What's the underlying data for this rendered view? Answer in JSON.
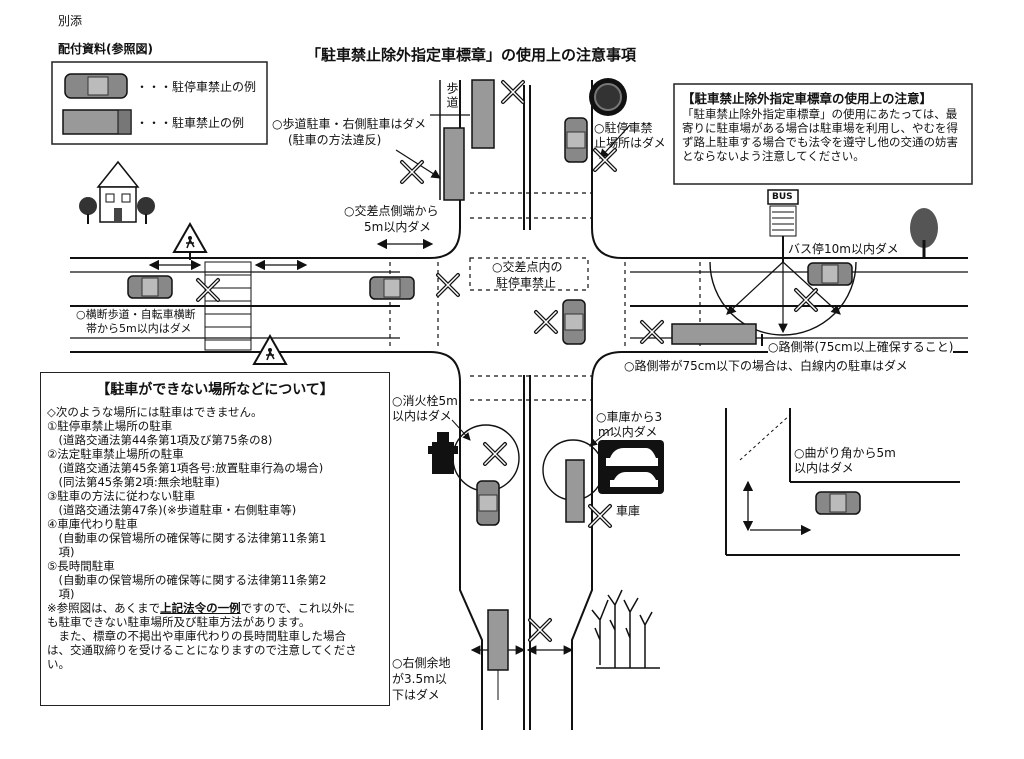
{
  "header": {
    "attachment": "別添",
    "handout": "配付資料(参照図)",
    "title": "「駐車禁止除外指定車標章」の使用上の注意事項"
  },
  "legend": {
    "no_stopping_parking": "・・・駐停車禁止の例",
    "no_parking": "・・・駐車禁止の例"
  },
  "notice": {
    "title": "【駐車禁止除外指定車標章の使用上の注意】",
    "body": "「駐車禁止除外指定車標章」の使用にあたっては、最寄りに駐車場がある場合は駐車場を利用し、やむを得ず路上駐車する場合でも法令を遵守し他の交通の妨害とならないよう注意してください。"
  },
  "labels": {
    "sidewalk": "歩道",
    "sidewalk_parking_line1": "○歩道駐車・右側駐車はダメ",
    "sidewalk_parking_line2": "(駐車の方法違反)",
    "no_stop_zone_line1": "○駐停車禁",
    "no_stop_zone_line2": "止場所はダメ",
    "intersection_edge_line1": "○交差点側端から",
    "intersection_edge_line2": "5m以内ダメ",
    "bus_stop_sign": "BUS",
    "bus_stop": "バス停10m以内ダメ",
    "in_intersection_line1": "○交差点内の",
    "in_intersection_line2": "駐停車禁止",
    "crosswalk_line1": "○横断歩道・自転車横断",
    "crosswalk_line2": "帯から5m以内はダメ",
    "shoulder": "○路側帯(75cm以上確保すること)",
    "shoulder_rule": "○路側帯が75cm以下の場合は、白線内の駐車はダメ",
    "hydrant_line1": "○消火栓5m",
    "hydrant_line2": "以内はダメ",
    "garage_line1": "○車庫から3",
    "garage_line2": "m以内ダメ",
    "garage": "車庫",
    "corner_line1": "○曲がり角から5m",
    "corner_line2": "以内はダメ",
    "right_side_line1": "○右側余地",
    "right_side_line2": "が3.5m以",
    "right_side_line3": "下はダメ"
  },
  "info": {
    "title": "【駐車ができない場所などについて】",
    "lines": [
      "◇次のような場所には駐車はできません。",
      "①駐停車禁止場所の駐車",
      "　(道路交通法第44条第1項及び第75条の8)",
      "②法定駐車禁止場所の駐車",
      "　(道路交通法第45条第1項各号:放置駐車行為の場合)",
      "　(同法第45条第2項:無余地駐車)",
      "③駐車の方法に従わない駐車",
      "　(道路交通法第47条)(※歩道駐車・右側駐車等)",
      "④車庫代わり駐車",
      "　(自動車の保管場所の確保等に関する法律第11条第1",
      "　項)",
      "⑤長時間駐車",
      "　(自動車の保管場所の確保等に関する法律第11条第2",
      "　項)"
    ],
    "footer_pre": "※参照図は、あくまで",
    "footer_emph": "上記法令の一例",
    "footer_post": "ですので、これ以外に",
    "footer_lines": [
      "も駐車できない駐車場所及び駐車方法があります。",
      "　また、標章の不掲出や車庫代わりの長時間駐車した場合",
      "は、交通取締りを受けることになりますので注意してくださ",
      "い。"
    ]
  }
}
